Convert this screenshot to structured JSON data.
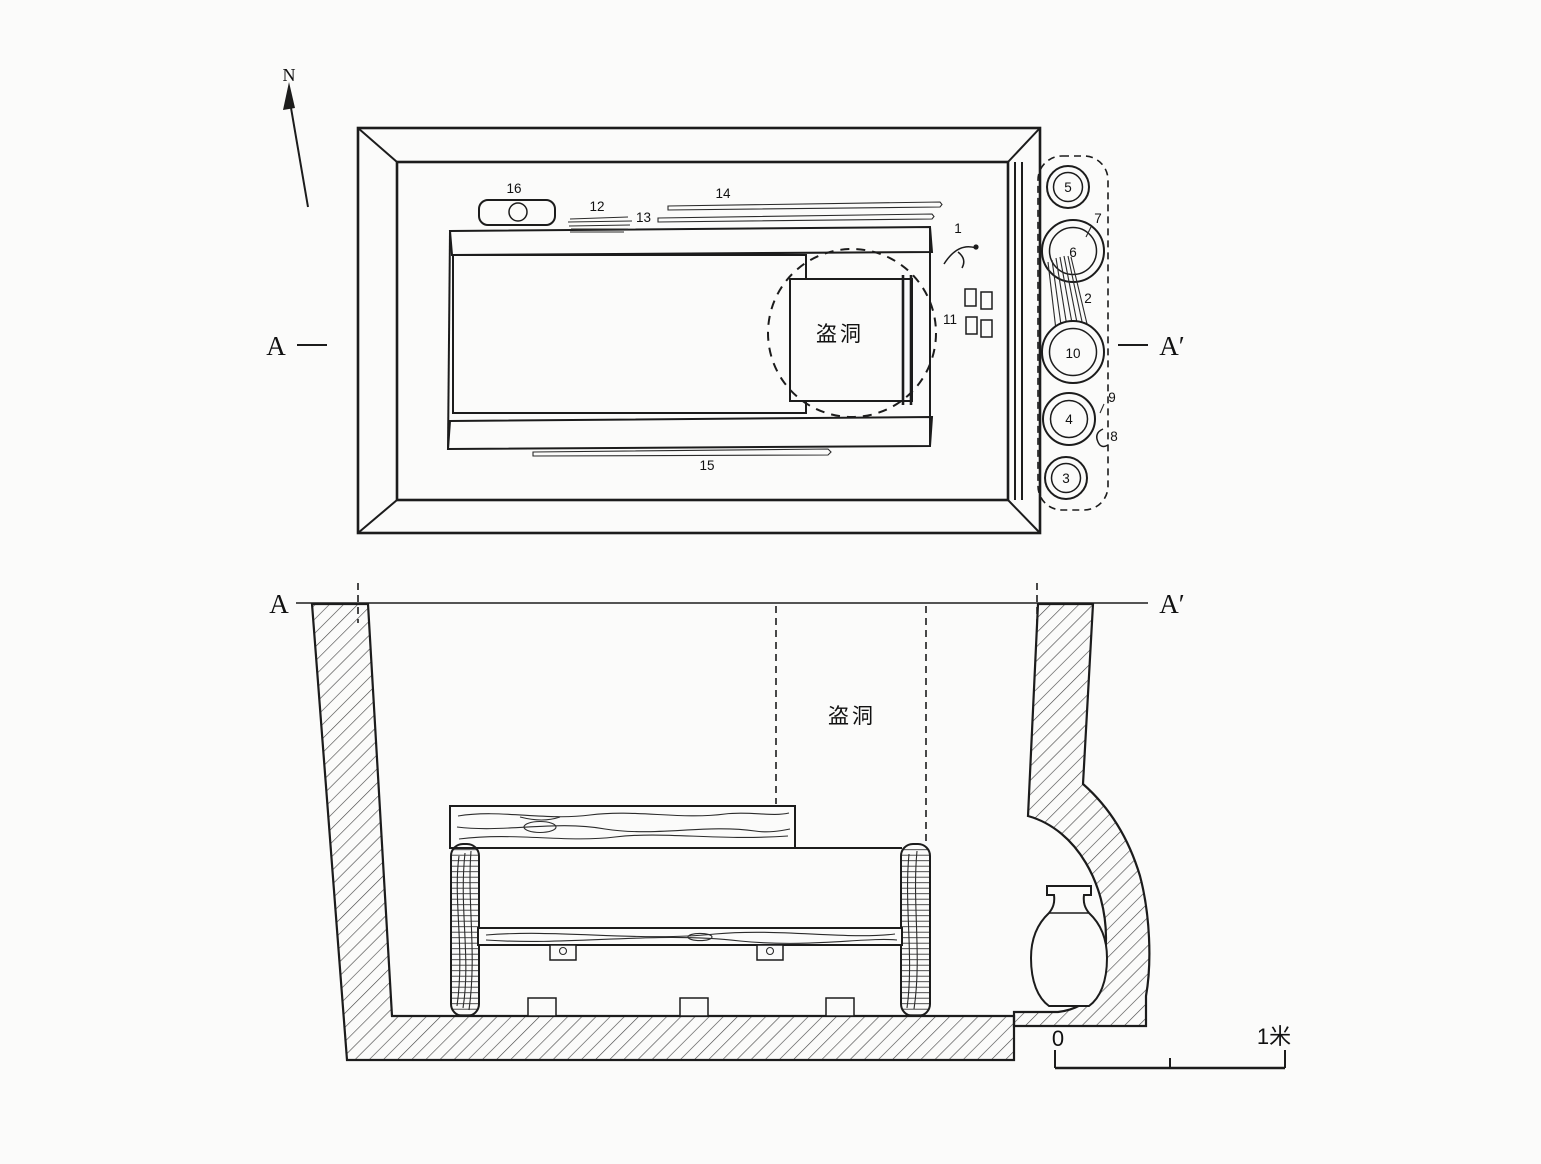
{
  "figure": {
    "kind": "archaeological tomb plan and section drawing"
  },
  "plan": {
    "north": "N",
    "a_left": "A",
    "a_right": "A′",
    "robber_hole": "盗洞"
  },
  "section_view": {
    "a_left": "A",
    "a_right": "A′",
    "robber_hole": "盗洞"
  },
  "scalebar": {
    "zero": "0",
    "meter": "1米"
  },
  "artifacts": {
    "n1": "1",
    "n2": "2",
    "n3": "3",
    "n4": "4",
    "n5": "5",
    "n6": "6",
    "n7": "7",
    "n8": "8",
    "n9": "9",
    "n10": "10",
    "n11": "11",
    "n12": "12",
    "n13": "13",
    "n14": "14",
    "n15": "15",
    "n16": "16"
  }
}
